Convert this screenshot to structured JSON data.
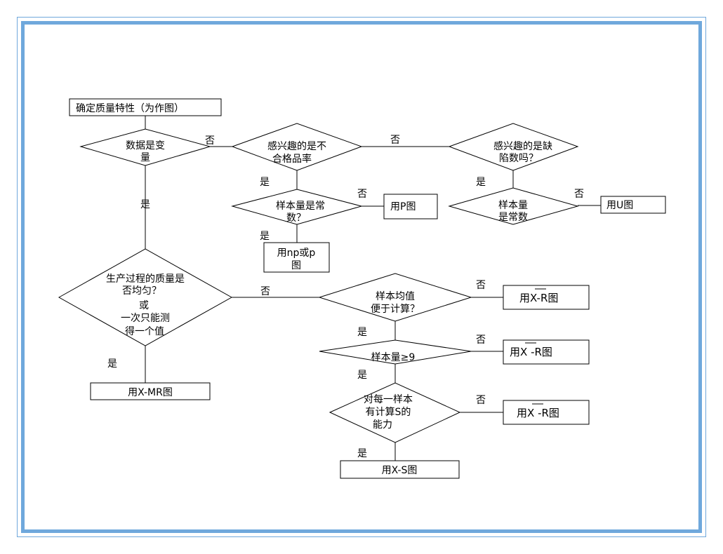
{
  "nodes": {
    "start": "确定质量特性（为作图）",
    "q_variable": [
      "数据是变",
      "量"
    ],
    "q_nonconforming": [
      "感兴趣的是不",
      "合格品率"
    ],
    "q_defects": [
      "感兴趣的是缺",
      "陷数吗？"
    ],
    "q_p_const": [
      "样本量是常",
      "数？"
    ],
    "r_p": "用P图",
    "r_np": [
      "用np或p",
      "图"
    ],
    "q_u_const": [
      "样本量",
      "是常数"
    ],
    "r_u": "用U图",
    "q_process": [
      "生产过程的质量是",
      "否均匀？",
      "或",
      "一次只能测",
      "得一个值"
    ],
    "r_xmr": "用X-MR图",
    "q_mean": [
      "样本均值",
      "便于计算？"
    ],
    "r_xr1": {
      "pre": "用",
      "x": "X",
      "post": "-R图"
    },
    "q_size9": "样本量≥9",
    "r_xr2": {
      "pre": "用",
      "x": "X",
      "post": " -R图"
    },
    "q_s": [
      "对每一样本",
      "有计算S的",
      "能力"
    ],
    "r_xr3": {
      "pre": "用",
      "x": "X",
      "post": " -R图"
    },
    "r_xs": "用X-S图"
  },
  "edge_labels": {
    "yes": "是",
    "no": "否"
  }
}
